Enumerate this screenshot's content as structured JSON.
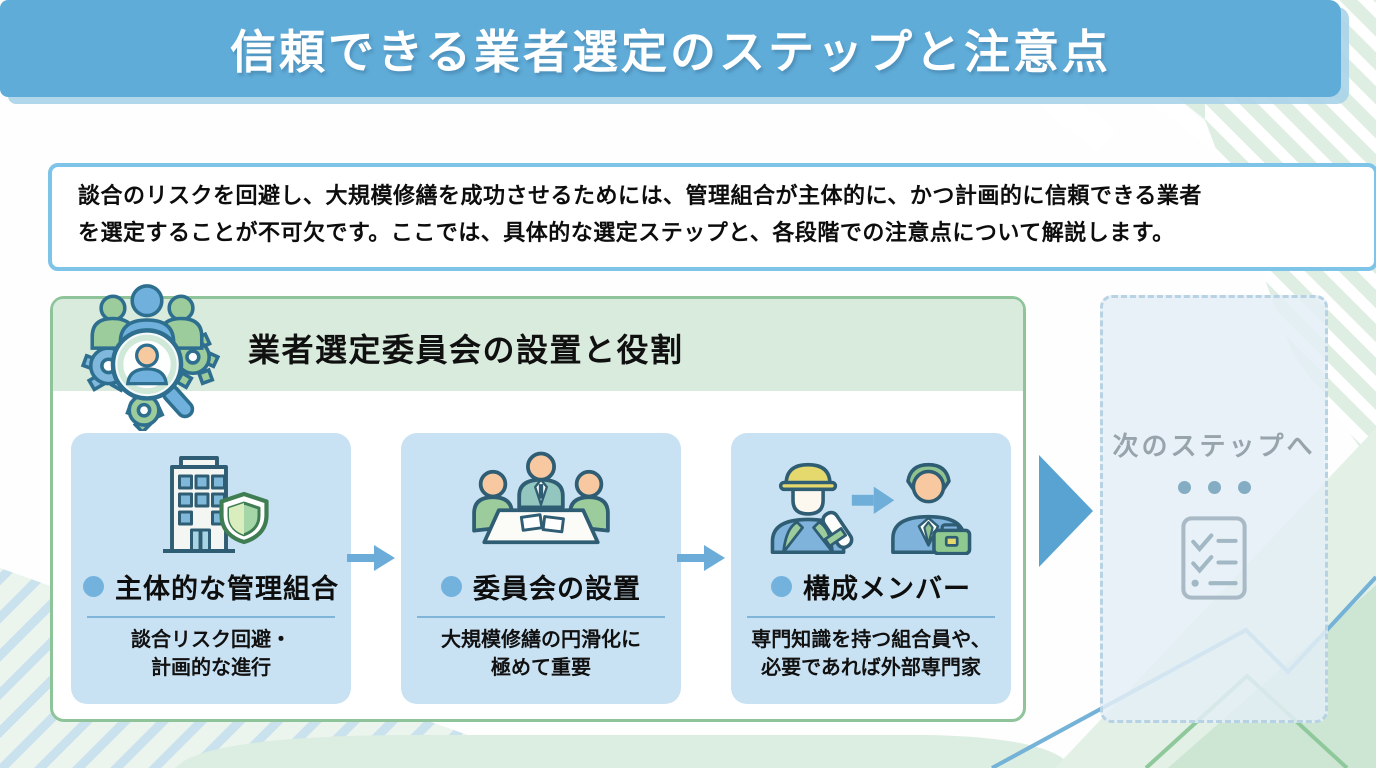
{
  "banner": {
    "title": "信頼できる業者選定のステップと注意点",
    "bg_color": "#60ACD8",
    "shadow_color": "#A8D3E8"
  },
  "intro": {
    "line1": "談合のリスクを回避し、大規模修繕を成功させるためには、管理組合が主体的に、かつ計画的に信頼できる業者",
    "line2": "を選定することが不可欠です。ここでは、具体的な選定ステップと、各段階での注意点について解説します。",
    "border_color": "#7EC3E8"
  },
  "section": {
    "title": "業者選定委員会の設置と役割",
    "icon": "committee-search-icon",
    "header_bg": "#D9EBDD",
    "border_color": "#8FC49A",
    "arrow_icon": "arrow-right-icon",
    "arrow_color": "#6CACD8",
    "steps": [
      {
        "icon": "building-shield-icon",
        "title": "主体的な管理組合",
        "desc_line1": "談合リスク回避・",
        "desc_line2": "計画的な進行"
      },
      {
        "icon": "committee-meeting-icon",
        "title": "委員会の設置",
        "desc_line1": "大規模修繕の円滑化に",
        "desc_line2": "極めて重要"
      },
      {
        "icon": "worker-to-expert-icon",
        "title": "構成メンバー",
        "desc_line1": "専門知識を持つ組合員や、",
        "desc_line2": "必要であれば外部専門家"
      }
    ],
    "step_bg": "#C9E2F3",
    "bullet_color": "#74B2DE"
  },
  "next_step": {
    "label": "次のステップへ",
    "dots_icon": "three-dots-icon",
    "icon": "checklist-icon",
    "label_color": "#98A4AC"
  },
  "big_arrow_color": "#58A3D2"
}
